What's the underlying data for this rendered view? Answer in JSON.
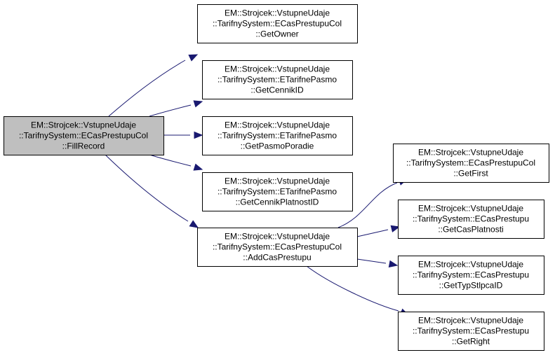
{
  "diagram": {
    "colors": {
      "edge": "#191970",
      "root_fill": "#bfbfbf",
      "node_fill": "#ffffff",
      "border": "#000000"
    },
    "nodes": [
      {
        "id": "fillrecord",
        "lines": [
          "EM::Strojcek::VstupneUdaje",
          "::TarifnySystem::ECasPrestupuCol",
          "::FillRecord"
        ],
        "highlighted": true
      },
      {
        "id": "getowner",
        "lines": [
          "EM::Strojcek::VstupneUdaje",
          "::TarifnySystem::ECasPrestupuCol",
          "::GetOwner"
        ]
      },
      {
        "id": "getcennikid",
        "lines": [
          "EM::Strojcek::VstupneUdaje",
          "::TarifnySystem::ETarifnePasmo",
          "::GetCennikID"
        ]
      },
      {
        "id": "getpasmoporadie",
        "lines": [
          "EM::Strojcek::VstupneUdaje",
          "::TarifnySystem::ETarifnePasmo",
          "::GetPasmoPoradie"
        ]
      },
      {
        "id": "getcennikplatnostid",
        "lines": [
          "EM::Strojcek::VstupneUdaje",
          "::TarifnySystem::ETarifnePasmo",
          "::GetCennikPlatnostID"
        ]
      },
      {
        "id": "addcasprestupu",
        "lines": [
          "EM::Strojcek::VstupneUdaje",
          "::TarifnySystem::ECasPrestupuCol",
          "::AddCasPrestupu"
        ]
      },
      {
        "id": "getfirst",
        "lines": [
          "EM::Strojcek::VstupneUdaje",
          "::TarifnySystem::ECasPrestupuCol",
          "::GetFirst"
        ]
      },
      {
        "id": "getcasplatnosti",
        "lines": [
          "EM::Strojcek::VstupneUdaje",
          "::TarifnySystem::ECasPrestupu",
          "::GetCasPlatnosti"
        ]
      },
      {
        "id": "gettypstlpcaid",
        "lines": [
          "EM::Strojcek::VstupneUdaje",
          "::TarifnySystem::ECasPrestupu",
          "::GetTypStlpcaID"
        ]
      },
      {
        "id": "getright",
        "lines": [
          "EM::Strojcek::VstupneUdaje",
          "::TarifnySystem::ECasPrestupu",
          "::GetRight"
        ]
      }
    ],
    "edges": [
      {
        "from": "fillrecord",
        "to": "getowner"
      },
      {
        "from": "fillrecord",
        "to": "getcennikid"
      },
      {
        "from": "fillrecord",
        "to": "getpasmoporadie"
      },
      {
        "from": "fillrecord",
        "to": "getcennikplatnostid"
      },
      {
        "from": "fillrecord",
        "to": "addcasprestupu"
      },
      {
        "from": "addcasprestupu",
        "to": "getfirst"
      },
      {
        "from": "addcasprestupu",
        "to": "getcasplatnosti"
      },
      {
        "from": "addcasprestupu",
        "to": "gettypstlpcaid"
      },
      {
        "from": "addcasprestupu",
        "to": "getright"
      }
    ]
  }
}
